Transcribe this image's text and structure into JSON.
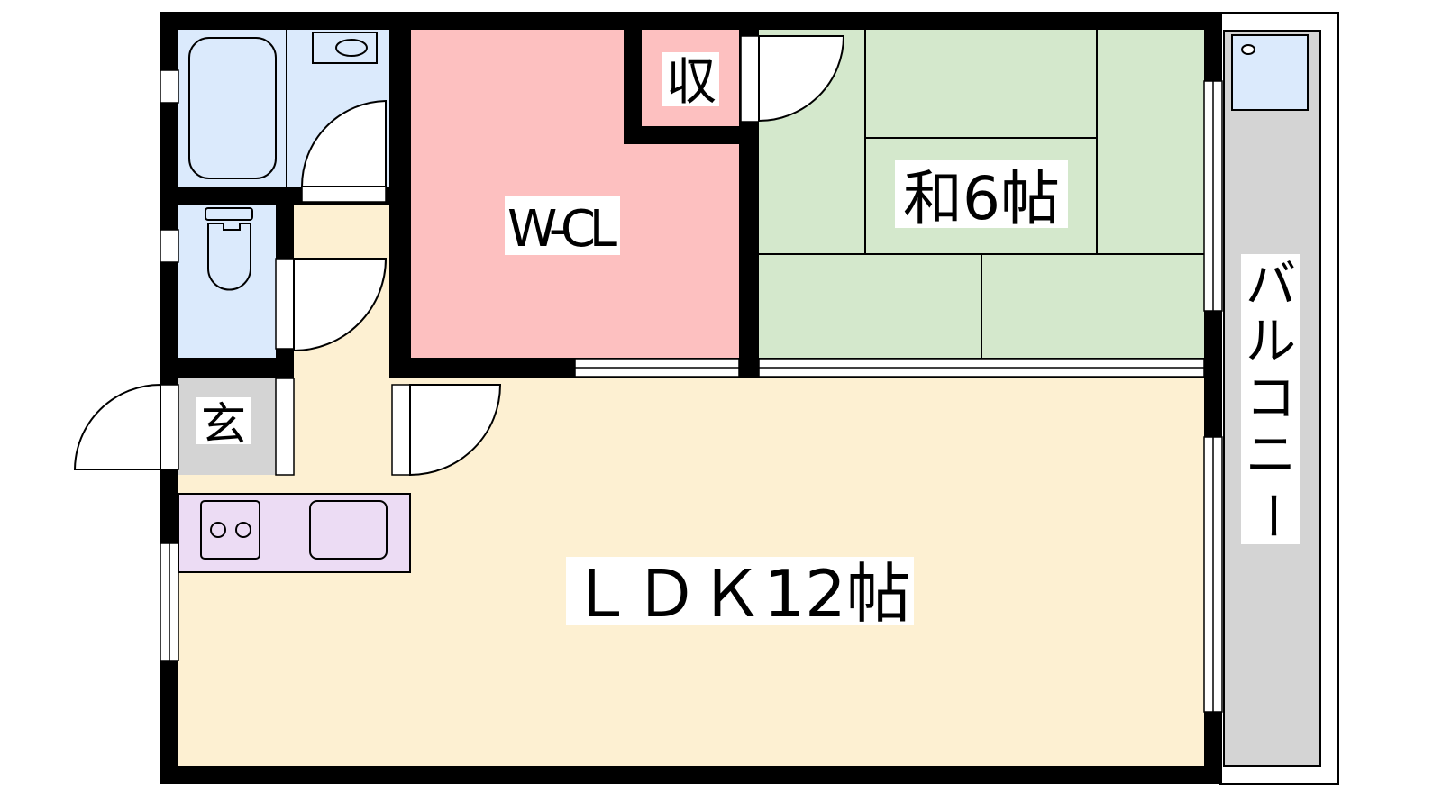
{
  "rooms": {
    "wcl": "W-CL",
    "storage": "収",
    "washitsu": "和6帖",
    "ldk": "ＬＤＫ12帖",
    "entrance": "玄",
    "balcony": [
      "バ",
      "ル",
      "コ",
      "ニ",
      "ー"
    ]
  },
  "colors": {
    "wall": "#000000",
    "ldk": "#fdf0d2",
    "wet": "#dbeafc",
    "wcl": "#fdc0c0",
    "washitsu": "#d4e8cc",
    "kitchen": "#ecdcf4",
    "entrance": "#d4d4d4",
    "balcony": "#d4d4d4"
  }
}
